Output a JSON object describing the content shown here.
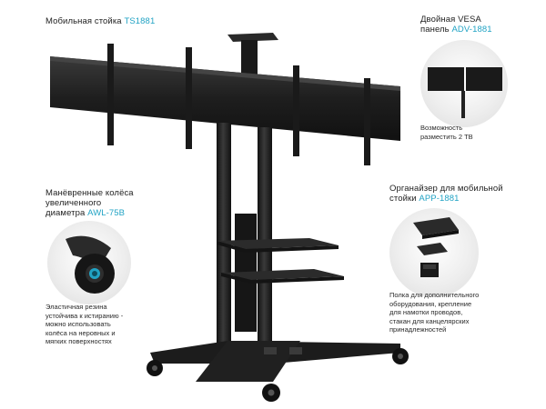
{
  "stand": {
    "title": "Мобильная стойка",
    "code": "TS1881"
  },
  "vesa": {
    "line1": "Двойная  VESA",
    "line2_prefix": "панель",
    "code": "ADV-1881",
    "note_line1": "Возможность",
    "note_line2": "разместить 2 ТВ"
  },
  "wheels": {
    "line1": "Манёвренные колёса",
    "line2": "увеличенного",
    "line3_prefix": "диаметра",
    "code": "AWL-75B",
    "note_line1": "Эластичная резина",
    "note_line2": "устойчива к истиранию -",
    "note_line3": "можно использовать",
    "note_line4": "колёса на неровных и",
    "note_line5": "мягких поверхностях"
  },
  "organizer": {
    "line1": "Органайзер для мобильной",
    "line2_prefix": "стойки",
    "code": "APP-1881",
    "note_line1": "Полка для дополнительного",
    "note_line2": "оборудования, крепление",
    "note_line3": "для намотки проводов,",
    "note_line4": "стакан для канцелярских",
    "note_line5": "принадлежностей"
  },
  "colors": {
    "accent": "#21a3c4",
    "metal": "#1c1c1c",
    "text": "#1f1f1f"
  }
}
